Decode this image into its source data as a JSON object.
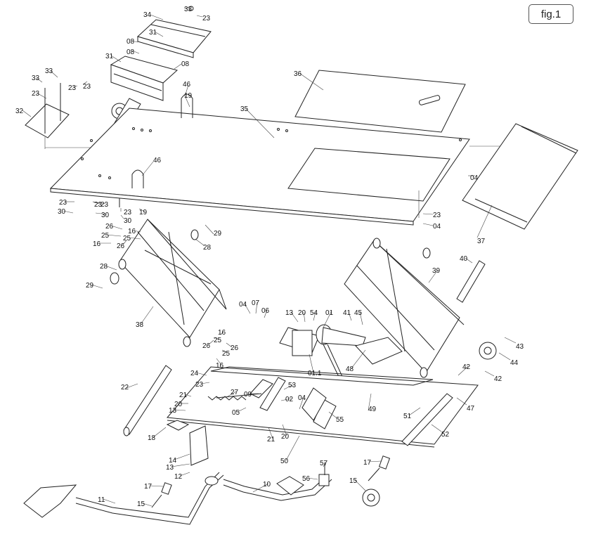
{
  "figure_label": "fig.1",
  "part_labels": [
    "33",
    "23",
    "34",
    "31",
    "08",
    "08",
    "31",
    "08",
    "33",
    "23",
    "33",
    "23",
    "23",
    "32",
    "46",
    "19",
    "36",
    "35",
    "46",
    "23",
    "04",
    "23",
    "30",
    "23",
    "30",
    "23",
    "19",
    "30",
    "37",
    "23",
    "04",
    "26",
    "16",
    "25",
    "25",
    "16",
    "26",
    "29",
    "28",
    "28",
    "29",
    "38",
    "40",
    "39",
    "04",
    "07",
    "06",
    "13",
    "20",
    "54",
    "01",
    "41",
    "45",
    "16",
    "25",
    "26",
    "26",
    "25",
    "16",
    "01.1",
    "48",
    "43",
    "44",
    "42",
    "42",
    "24",
    "23",
    "22",
    "27",
    "09",
    "53",
    "05",
    "02",
    "04",
    "55",
    "49",
    "47",
    "51",
    "52",
    "21",
    "20",
    "13",
    "18",
    "21",
    "20",
    "14",
    "13",
    "12",
    "17",
    "17",
    "50",
    "57",
    "15",
    "11",
    "10",
    "56",
    "15"
  ]
}
